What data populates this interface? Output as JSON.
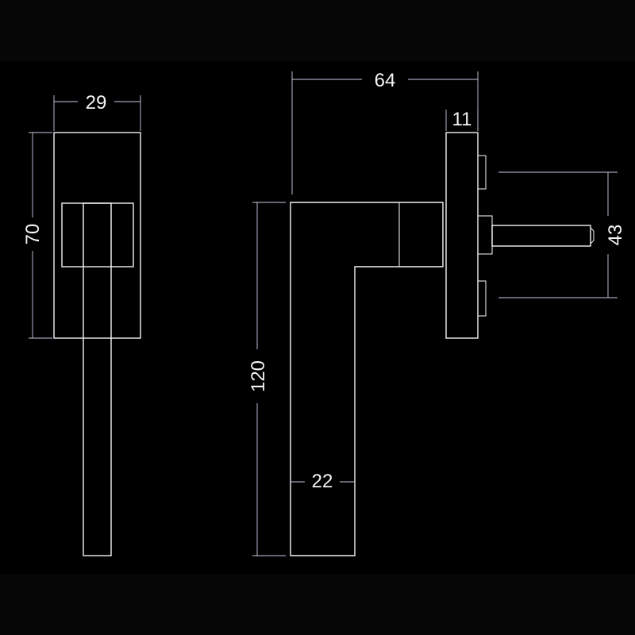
{
  "drawing": {
    "colors": {
      "page_bg": "#060606",
      "canvas_bg": "#000000",
      "outline": "#f2f2f2",
      "dimension_line": "#c9cce6",
      "label": "#f4f4f4"
    },
    "dimensions": {
      "front_width": "29",
      "front_height": "70",
      "side_depth": "64",
      "rose_thickness": "11",
      "spindle_spacing": "43",
      "lever_length": "120",
      "lever_width": "22"
    }
  }
}
